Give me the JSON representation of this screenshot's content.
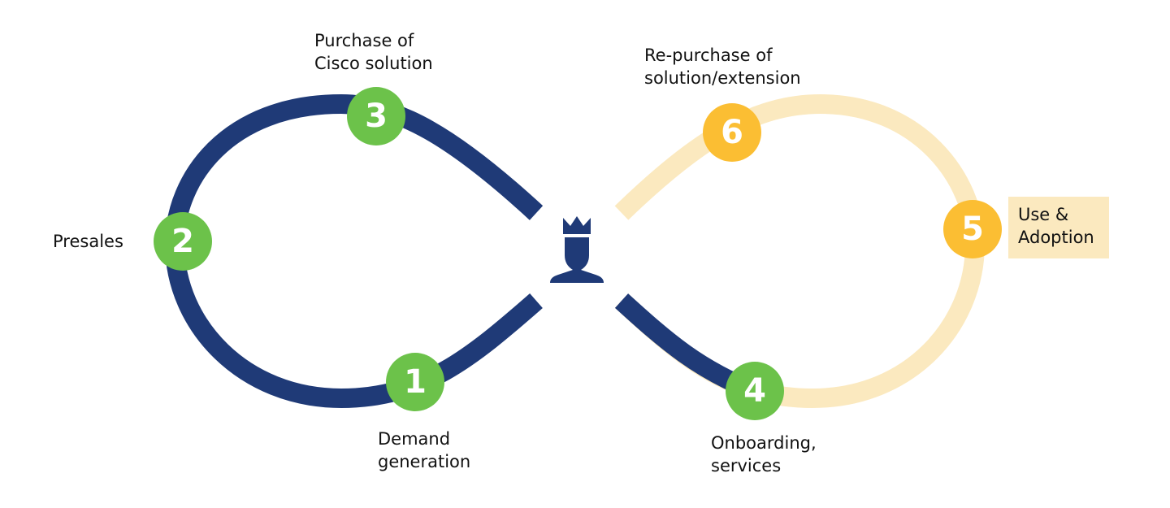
{
  "colors": {
    "navy": "#1f3a77",
    "green": "#6cc24a",
    "yellow": "#fbbe33",
    "light_yellow": "#fbe9bf"
  },
  "center_icon": "customer-king-icon",
  "stages": [
    {
      "number": "1",
      "label": "Demand\ngeneration"
    },
    {
      "number": "2",
      "label": "Presales"
    },
    {
      "number": "3",
      "label": "Purchase of\nCisco solution"
    },
    {
      "number": "4",
      "label": "Onboarding,\nservices"
    },
    {
      "number": "5",
      "label": "Use &\nAdoption"
    },
    {
      "number": "6",
      "label": "Re-purchase of\nsolution/extension"
    }
  ]
}
